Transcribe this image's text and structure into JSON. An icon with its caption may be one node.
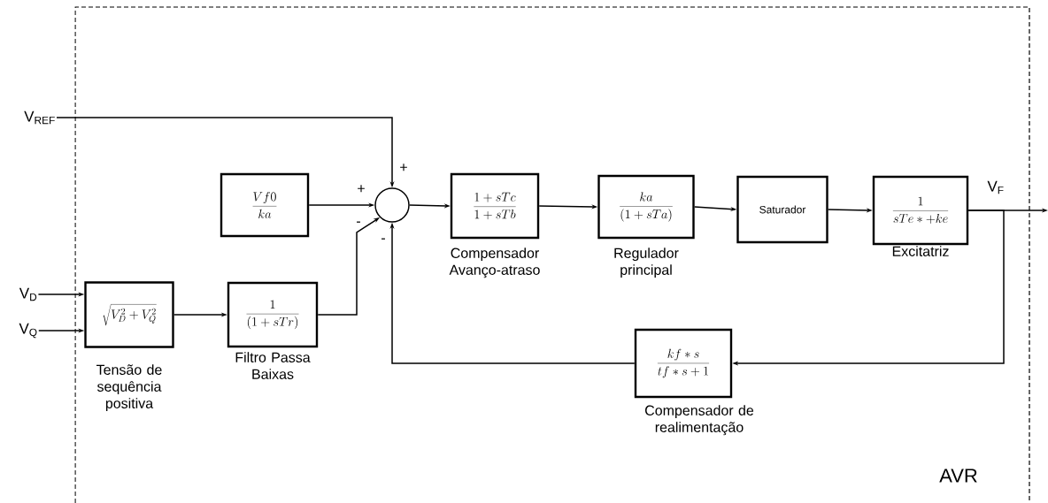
{
  "diagram": {
    "nodes": [
      {
        "text": [
          "AVR"
        ]
      },
      {
        "text": [
          "V$_{REF}$"
        ]
      },
      {
        "text": [
          "V$_{D}$"
        ]
      },
      {
        "text": [
          "V$_{Q}$"
        ]
      },
      {
        "text": [
          "\\frac{Vf0}{ka}"
        ],
        "in": 0
      },
      {
        "text": [],
        "shape": "circle",
        "in": 0
      },
      {
        "text": [
          "\\frac{1+sTc}{1+sTb}"
        ],
        "beside": [
          "Compensador Avanço-atraso"
        ],
        "in": 0
      },
      {
        "text": [
          "\\frac{ka}{(1+sTa)}"
        ],
        "beside": [
          "Regulador principal"
        ],
        "in": 0
      },
      {
        "text": [
          "Saturador"
        ],
        "in": 0
      },
      {
        "text": [
          "\\frac{1}{sTe*+ke}"
        ],
        "beside": [
          "Excitatriz"
        ],
        "in": 0
      },
      {
        "text": [
          "\\sqrt{V_D^2+V_Q^2}"
        ],
        "beside": [
          "Tensão de sequência positiva"
        ],
        "in": 0
      },
      {
        "text": [
          "\\frac{1}{(1+sTr)}"
        ],
        "beside": [
          "Filtro Passa Baixas"
        ],
        "in": 0
      },
      {
        "text": [
          "\\frac{kf*s}{tf*s+1}"
        ],
        "beside": [
          "Compensador de realimentação"
        ],
        "in": 0
      }
    ],
    "edges": [
      {
        "from": 1,
        "to": 5,
        "arrow": "to",
        "label": "+"
      },
      {
        "from": 4,
        "to": 5,
        "arrow": "to",
        "label": "+"
      },
      {
        "from": 11,
        "to": 5,
        "arrow": "to",
        "label": "-"
      },
      {
        "from": 12,
        "to": 5,
        "arrow": "to",
        "label": "-"
      },
      {
        "from": 5,
        "to": 6,
        "arrow": "to"
      },
      {
        "from": 6,
        "to": 7,
        "arrow": "to"
      },
      {
        "from": 7,
        "to": 8,
        "arrow": "to"
      },
      {
        "from": 8,
        "to": 9,
        "arrow": "to"
      },
      {
        "from": 9,
        "to": null,
        "arrow": "to",
        "label": "V$_{F}$"
      },
      {
        "from": 9,
        "to": 12,
        "arrow": "to"
      },
      {
        "from": 2,
        "to": 10,
        "arrow": "to"
      },
      {
        "from": 3,
        "to": 10,
        "arrow": "to"
      },
      {
        "from": 10,
        "to": 11,
        "arrow": "to"
      }
    ]
  }
}
